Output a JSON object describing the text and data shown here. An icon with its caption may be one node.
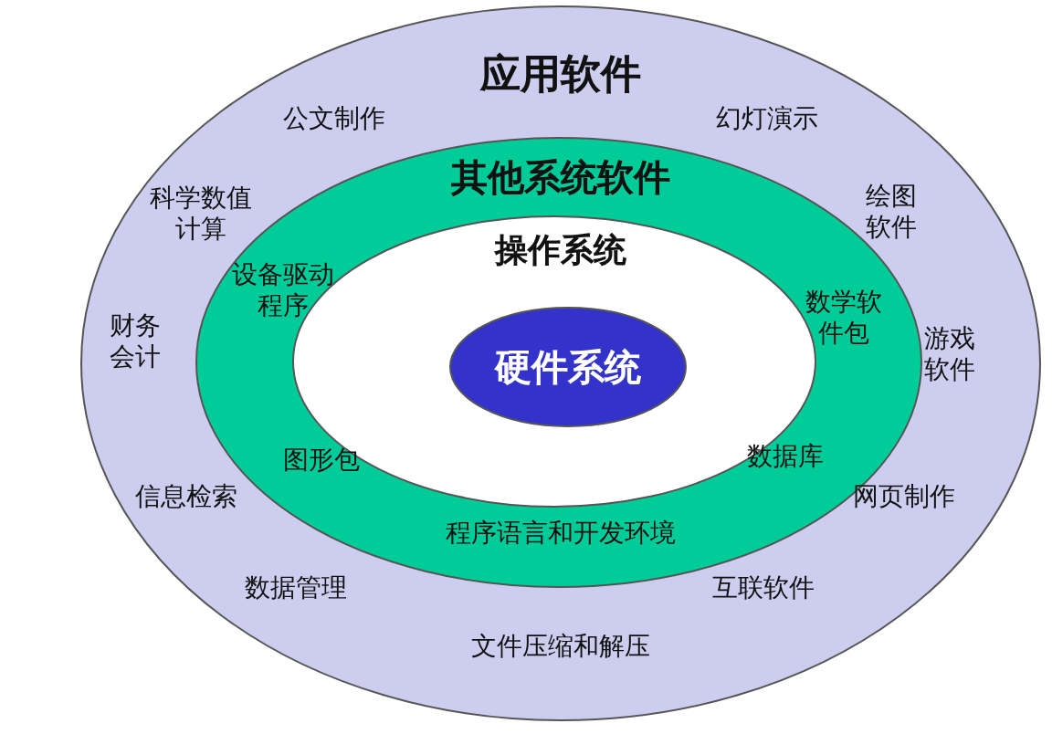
{
  "diagram": {
    "nodes": [
      {
        "text": [
          "应用软件",
          "公文制作",
          "幻灯演示",
          "科学数值计算",
          "绘图软件",
          "财务会计",
          "游戏软件",
          "信息检索",
          "网页制作",
          "数据管理",
          "互联软件",
          "文件压缩和解压"
        ]
      },
      {
        "text": [
          "其他系统软件",
          "设备驱动程序",
          "数学软件包",
          "图形包",
          "数据库",
          "程序语言和开发环境"
        ],
        "in": 0
      },
      {
        "text": [
          "操作系统"
        ],
        "in": 1
      },
      {
        "text": [
          "硬件系统"
        ],
        "in": 2
      }
    ]
  }
}
